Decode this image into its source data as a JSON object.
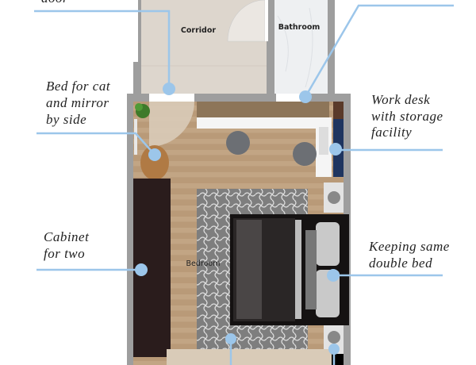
{
  "rooms": {
    "corridor": "Corridor",
    "bathroom": "Bathroom",
    "bedroom": "Bedroom"
  },
  "callouts": {
    "door": [
      "door"
    ],
    "cat_bed": [
      "Bed for cat",
      "and mirror",
      "by side"
    ],
    "work_desk": [
      "Work desk",
      "with storage",
      "facility"
    ],
    "cabinet": [
      "Cabinet",
      "for two"
    ],
    "double_bed": [
      "Keeping same",
      "double bed"
    ]
  },
  "colors": {
    "callout_line": "#9cc6ea",
    "wall": "#9e9e9e",
    "wood_floor": "#b99a78",
    "corridor_tile": "#ddd6cd",
    "cabinet": "#2a1c1c",
    "storage": "#1f3560"
  }
}
